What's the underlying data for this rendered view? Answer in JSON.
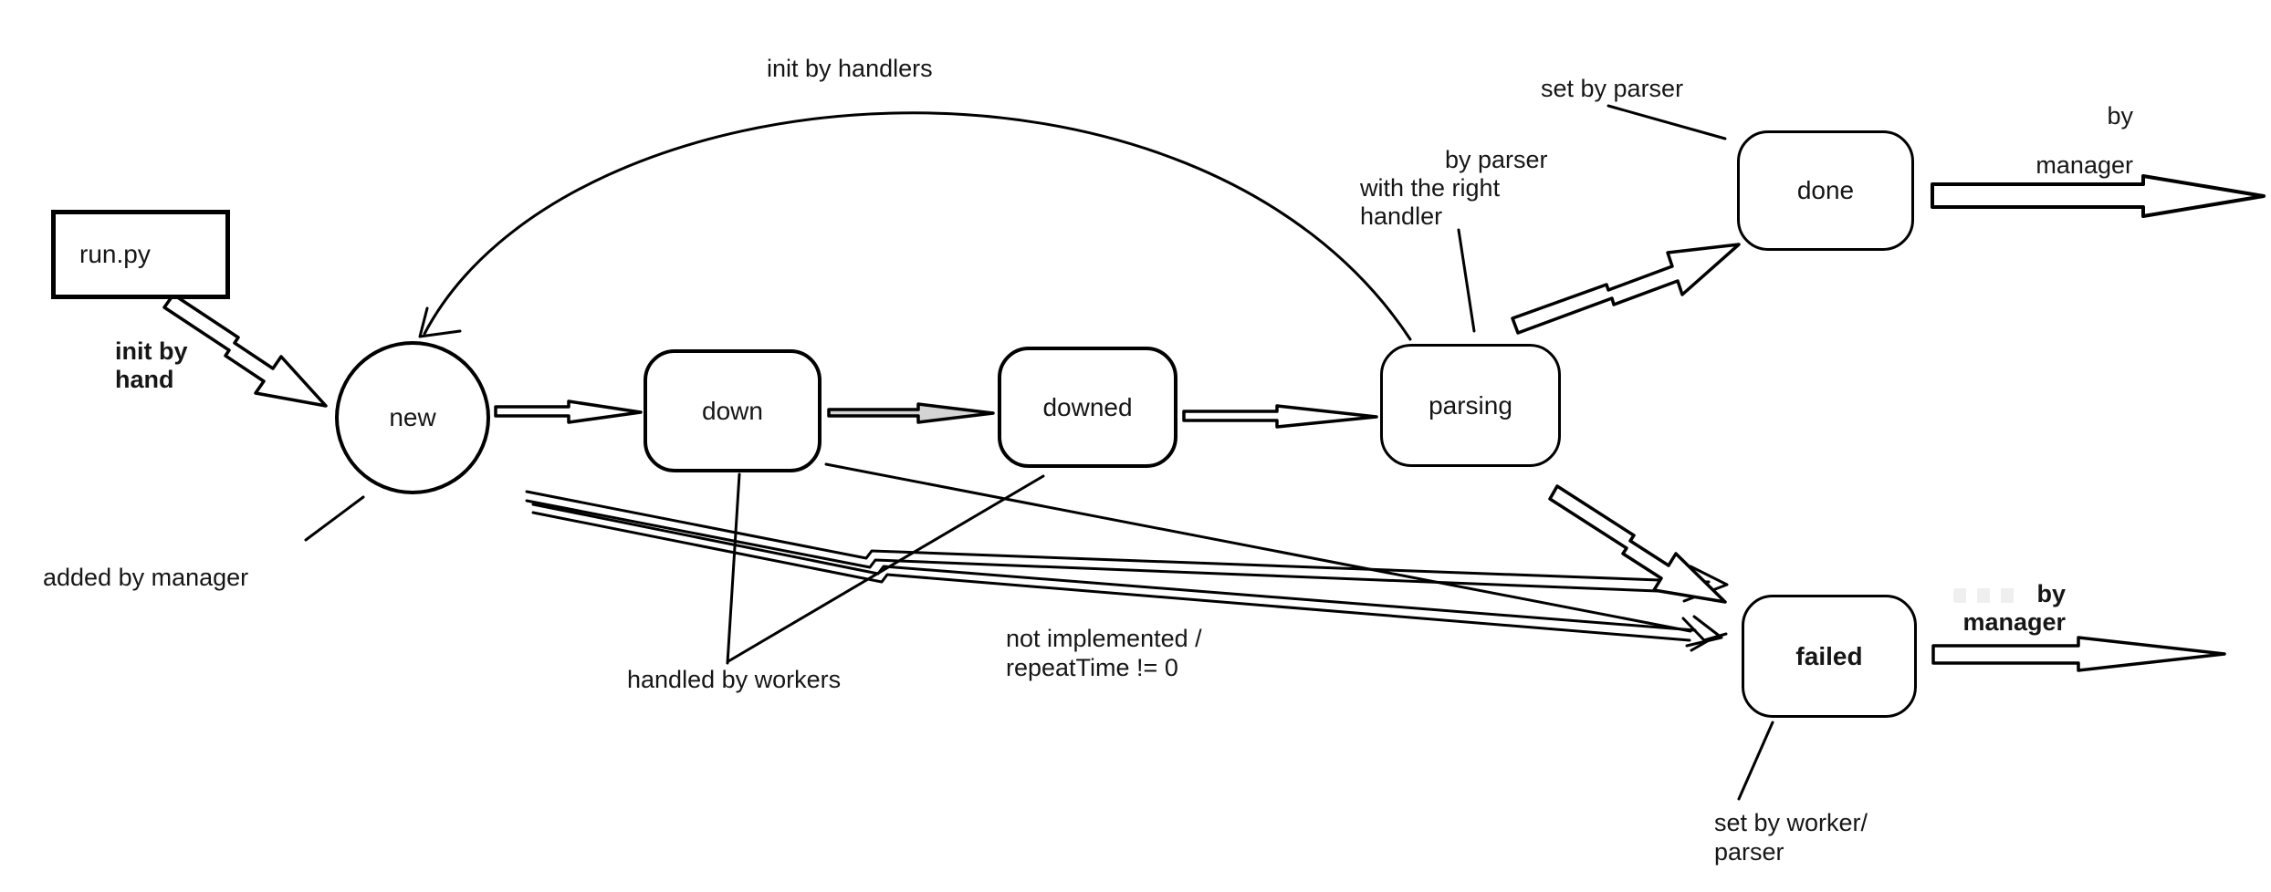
{
  "diagram": {
    "states": {
      "run_py": {
        "label": "run.py"
      },
      "new": {
        "label": "new"
      },
      "down": {
        "label": "down"
      },
      "downed": {
        "label": "downed"
      },
      "parsing": {
        "label": "parsing"
      },
      "done": {
        "label": "done"
      },
      "failed": {
        "label": "failed"
      }
    },
    "labels": {
      "init_by_handlers": "init by handlers",
      "set_by_parser": "set by parser",
      "by_manager_top": [
        "by",
        "manager"
      ],
      "by_parser": [
        "by parser",
        "with the right",
        "handler"
      ],
      "init_by_hand": [
        "init by",
        "hand"
      ],
      "added_by_manager": "added by manager",
      "handled_by_workers": "handled by workers",
      "not_implemented": [
        "not implemented /",
        "repeatTime != 0"
      ],
      "by_manager_bottom": [
        "by",
        "manager"
      ],
      "set_by_worker": [
        "set by worker/",
        "parser"
      ]
    },
    "colors": {
      "ink": "#000000",
      "background": "#ffffff"
    }
  }
}
